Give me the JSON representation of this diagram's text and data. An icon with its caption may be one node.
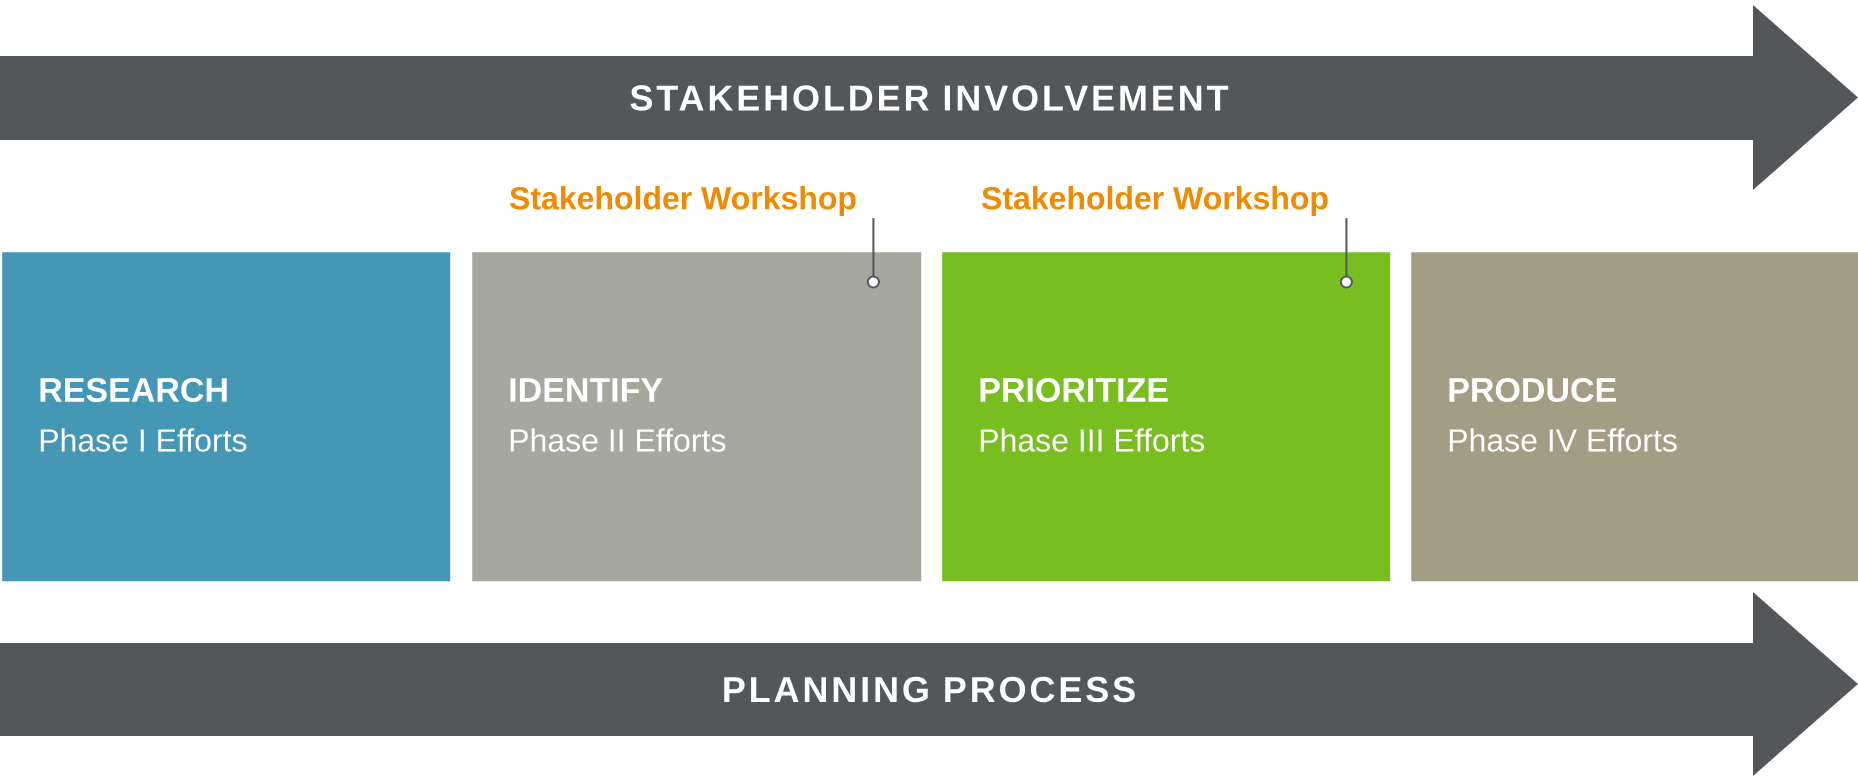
{
  "diagram": {
    "nodes": [
      {
        "text": [
          "STAKEHOLDER INVOLVEMENT"
        ]
      },
      {
        "text": [
          "Stakeholder Workshop"
        ]
      },
      {
        "text": [
          "Stakeholder Workshop"
        ]
      },
      {
        "text": [
          "RESEARCH",
          "Phase I Efforts"
        ]
      },
      {
        "text": [
          "IDENTIFY",
          "Phase II Efforts"
        ]
      },
      {
        "text": [],
        "shape": "circle",
        "in": 4
      },
      {
        "text": [
          "PRIORITIZE",
          "Phase III Efforts"
        ]
      },
      {
        "text": [],
        "shape": "circle",
        "in": 6
      },
      {
        "text": [
          "PRODUCE",
          "Phase IV Efforts"
        ]
      },
      {
        "text": [
          "PLANNING PROCESS"
        ]
      }
    ],
    "edges": [
      {
        "from": 1,
        "to": 5,
        "arrow": "none"
      },
      {
        "from": 2,
        "to": 7,
        "arrow": "none"
      }
    ]
  }
}
